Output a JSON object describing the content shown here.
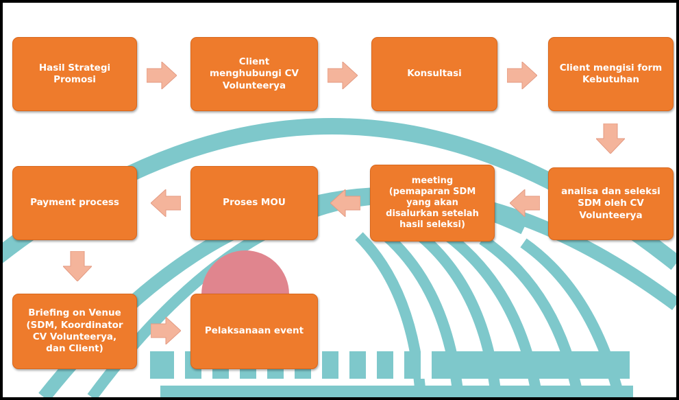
{
  "colors": {
    "box_fill": "#ee7b2c",
    "arrow_fill": "#f4b49b",
    "teal": "#7ec8cb",
    "pink": "#e0858e",
    "frame": "#000000"
  },
  "steps": [
    {
      "label": "Hasil Strategi\nPromosi"
    },
    {
      "label": "Client\nmenghubungi CV\nVolunteerya"
    },
    {
      "label": "Konsultasi"
    },
    {
      "label": "Client mengisi form\nKebutuhan"
    },
    {
      "label": "analisa dan seleksi\nSDM oleh CV\nVolunteerya"
    },
    {
      "label": "meeting\n(pemaparan SDM\nyang akan\ndisalurkan setelah\nhasil seleksi)"
    },
    {
      "label": "Proses MOU"
    },
    {
      "label": "Payment process"
    },
    {
      "label": "Briefing on Venue\n(SDM, Koordinator\nCV Volunteerya,\ndan Client)"
    },
    {
      "label": "Pelaksanaan event"
    }
  ]
}
